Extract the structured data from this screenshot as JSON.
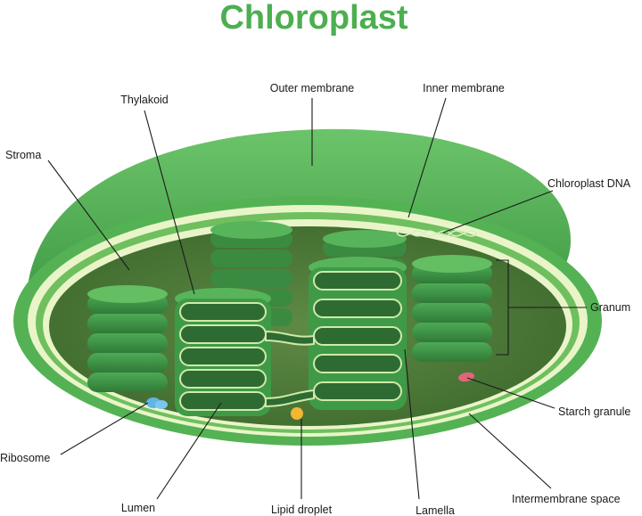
{
  "title": "Chloroplast",
  "labels": {
    "outer_membrane": "Outer membrane",
    "inner_membrane": "Inner membrane",
    "thylakoid": "Thylakoid",
    "stroma": "Stroma",
    "chloroplast_dna": "Chloroplast DNA",
    "granum": "Granum",
    "starch_granule": "Starch granule",
    "ribosome": "Ribosome",
    "intermembrane_space": "Intermembrane space",
    "lumen": "Lumen",
    "lipid_droplet": "Lipid droplet",
    "lamella": "Lamella"
  },
  "colors": {
    "title": "#4caf50",
    "membrane_outer": "#5cb85c",
    "membrane_highlight": "#e9f5c9",
    "stroma": "#4f7a3a",
    "thylakoid": "#3f9a47",
    "thylakoid_dark": "#2e6b33",
    "ribosome": "#5fb6e6",
    "lipid_droplet": "#f2b632",
    "starch_granule": "#e0667a"
  }
}
